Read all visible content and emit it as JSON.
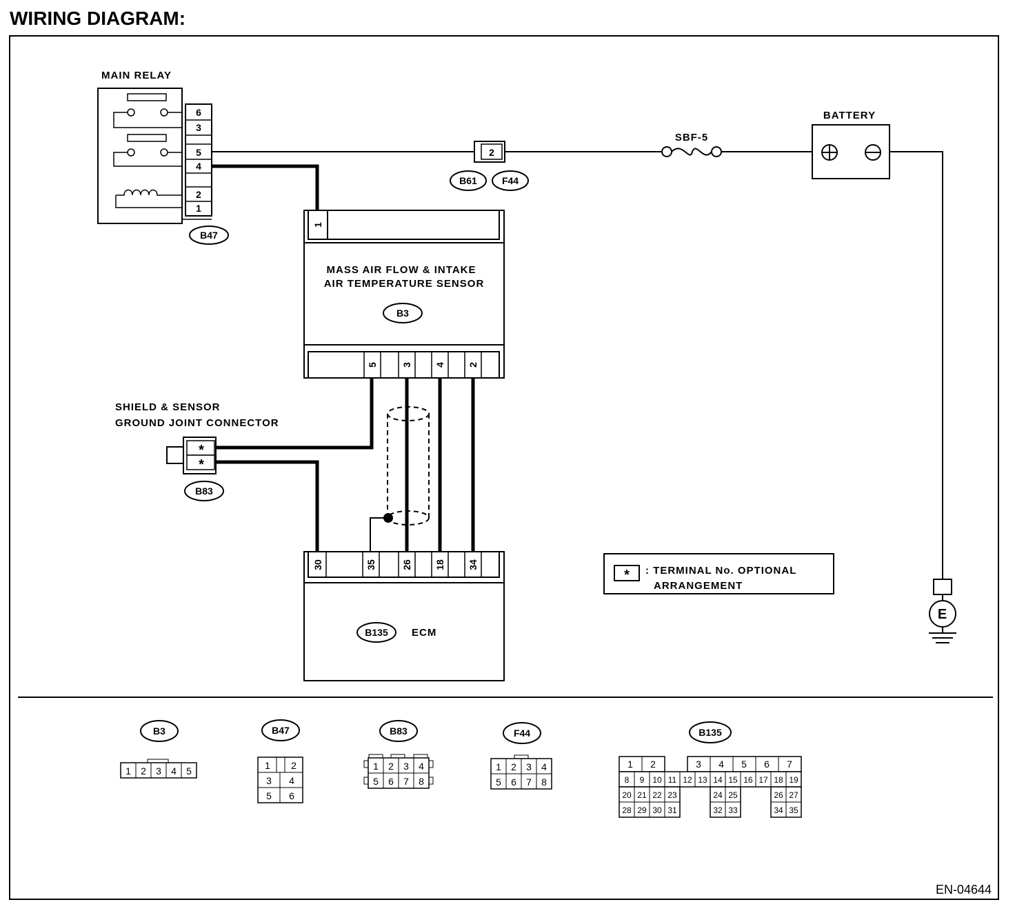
{
  "title": "WIRING DIAGRAM:",
  "footer_code": "EN-04644",
  "main_relay": {
    "label": "MAIN RELAY",
    "connector": "B47",
    "pins": [
      "6",
      "3",
      "5",
      "4",
      "2",
      "1"
    ]
  },
  "battery": {
    "label": "BATTERY",
    "plus": "⊕",
    "minus": "⊖"
  },
  "fuse": {
    "label": "SBF-5"
  },
  "joint": {
    "pin": "2",
    "connectors": [
      "B61",
      "F44"
    ]
  },
  "maf_sensor": {
    "label_line1": "MASS AIR FLOW & INTAKE",
    "label_line2": "AIR TEMPERATURE SENSOR",
    "connector": "B3",
    "top_pin": "1",
    "bottom_pins": [
      "5",
      "3",
      "4",
      "2"
    ]
  },
  "shield_connector": {
    "label_line1": "SHIELD & SENSOR",
    "label_line2": "GROUND JOINT CONNECTOR",
    "connector": "B83",
    "pins": [
      "*",
      "*"
    ]
  },
  "ecm": {
    "label": "ECM",
    "connector": "B135",
    "pins": [
      "30",
      "35",
      "26",
      "18",
      "34"
    ]
  },
  "ground": {
    "label": "E"
  },
  "legend": {
    "symbol": "*",
    "text_line1": ": TERMINAL No. OPTIONAL",
    "text_line2": "ARRANGEMENT"
  },
  "connector_views": {
    "b3": {
      "name": "B3",
      "pins": [
        "1",
        "2",
        "3",
        "4",
        "5"
      ]
    },
    "b47": {
      "name": "B47",
      "pins": [
        "1",
        "2",
        "3",
        "4",
        "5",
        "6"
      ]
    },
    "b83": {
      "name": "B83",
      "pins": [
        "1",
        "2",
        "3",
        "4",
        "5",
        "6",
        "7",
        "8"
      ]
    },
    "f44": {
      "name": "F44",
      "pins": [
        "1",
        "2",
        "3",
        "4",
        "5",
        "6",
        "7",
        "8"
      ]
    },
    "b135": {
      "name": "B135",
      "row1": [
        "1",
        "2",
        "3",
        "4",
        "5",
        "6",
        "7"
      ],
      "row2": [
        "8",
        "9",
        "10",
        "11",
        "12",
        "13",
        "14",
        "15",
        "16",
        "17",
        "18",
        "19"
      ],
      "row3": [
        "20",
        "21",
        "22",
        "23",
        "24",
        "25",
        "26",
        "27"
      ],
      "row4": [
        "28",
        "29",
        "30",
        "31",
        "32",
        "33",
        "34",
        "35"
      ]
    }
  }
}
